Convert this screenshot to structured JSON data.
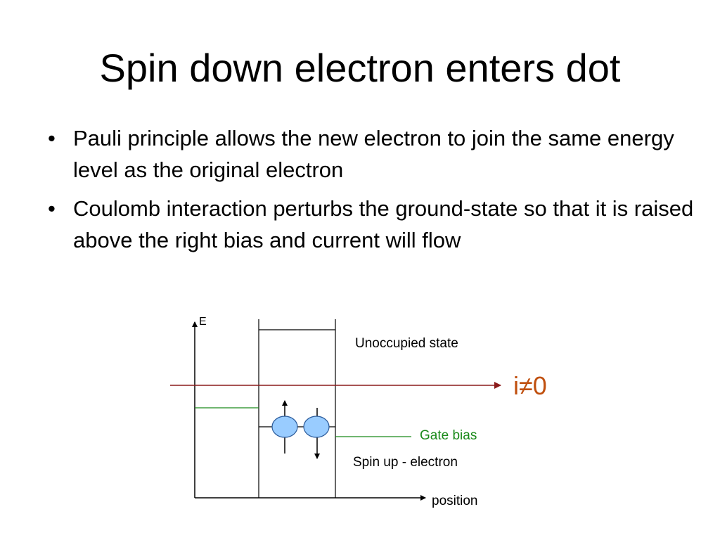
{
  "slide": {
    "title": "Spin down electron enters dot",
    "bullets": [
      "Pauli principle allows the new electron to join the same energy level as the original electron",
      "Coulomb interaction perturbs the ground-state so that it is raised above the right bias and current will flow"
    ]
  },
  "diagram": {
    "energy_axis_label": "E",
    "position_axis_label": "position",
    "unoccupied_state_label": "Unoccupied state",
    "current_label": "i≠0",
    "gate_bias_label": "Gate bias",
    "spin_label": "Spin up - electron"
  },
  "colors": {
    "current_line": "#8b1a1a",
    "current_text": "#c0500f",
    "gate_bias": "#1a8a1a",
    "electron_fill": "#99ccff",
    "electron_stroke": "#2a5a9a",
    "axis": "#000000"
  }
}
